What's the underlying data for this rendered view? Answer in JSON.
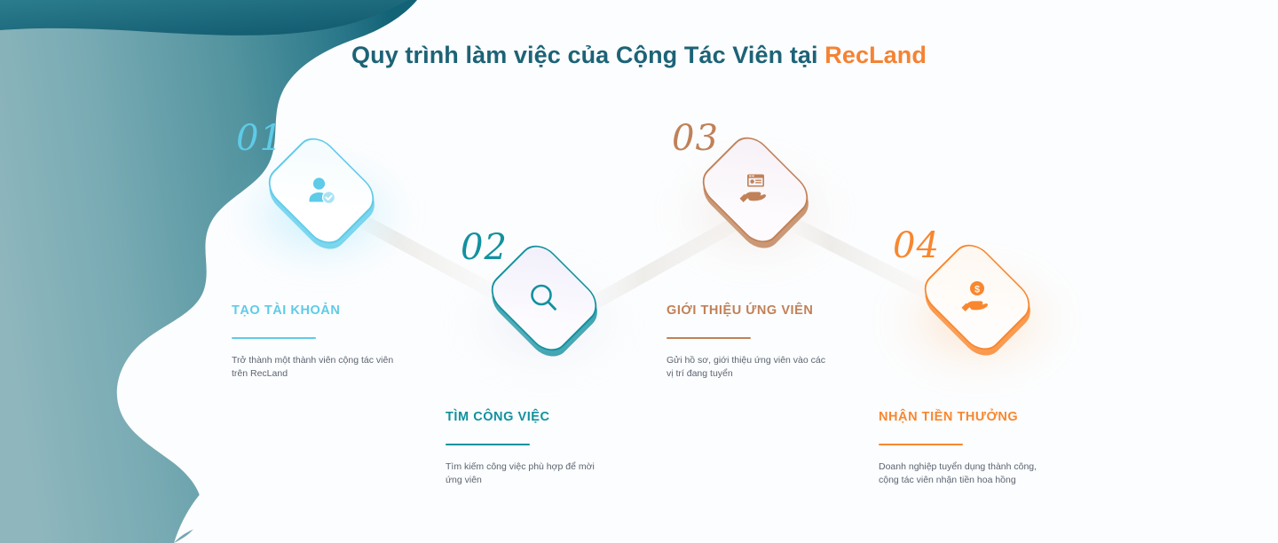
{
  "title": {
    "main": "Quy trình làm việc của Cộng Tác Viên tại ",
    "brand": "RecLand"
  },
  "colors": {
    "title": "#1d6377",
    "brand": "#f58233",
    "bg_teal_light": "#85b0b8",
    "bg_teal_dark": "#176b7f",
    "blob": "#fcfdfe",
    "connector": "#f0efed",
    "body_text": "#5b6470"
  },
  "steps": [
    {
      "number": "01",
      "heading": "TẠO TÀI KHOẢN",
      "desc": "Trở thành một thành viên cộng tác viên trên RecLand",
      "icon": "user-check-icon",
      "color": "#5ecbe8",
      "fill_a": "#f4fcfe",
      "fill_b": "#ffffff",
      "glow": "#7fdcf7"
    },
    {
      "number": "02",
      "heading": "TÌM CÔNG VIỆC",
      "desc": "Tìm kiếm công việc phù hợp để mời ứng viên",
      "icon": "search-icon",
      "color": "#11919f",
      "fill_a": "#f3f0fa",
      "fill_b": "#fbfaff",
      "glow": "#cfd6ea"
    },
    {
      "number": "03",
      "heading": "GIỚI THIỆU ỨNG VIÊN",
      "desc": "Gửi hồ sơ, giới thiệu ứng viên vào các vị trí đang tuyển",
      "icon": "hand-resume-icon",
      "color": "#c08158",
      "fill_a": "#f7f2f7",
      "fill_b": "#fdfbfd",
      "glow": "#e0cdc2"
    },
    {
      "number": "04",
      "heading": "NHẬN TIỀN THƯỞNG",
      "desc": "Doanh nghiệp tuyển dụng thành công, cộng tác viên nhận tiền hoa hồng",
      "icon": "hand-coin-icon",
      "color": "#f8872f",
      "fill_a": "#fef8f2",
      "fill_b": "#fffdfb",
      "glow": "#fcc48e"
    }
  ]
}
